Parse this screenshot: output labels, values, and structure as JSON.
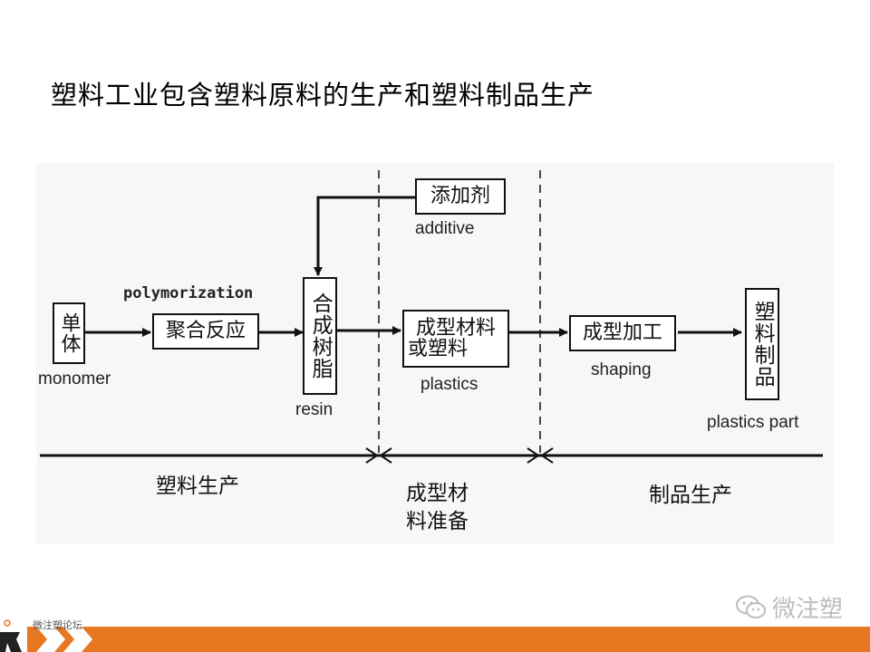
{
  "title": "塑料工业包含塑料原料的生产和塑料制品生产",
  "boxes": {
    "monomer": "单体",
    "polymerization": "聚合反应",
    "resin": "合成树脂",
    "additive": "添加剂",
    "plastics_line1": "成型材料",
    "plastics_line2": "或塑料",
    "shaping": "成型加工",
    "plastics_part": "塑料制品"
  },
  "labels": {
    "polymorization": "polymorization",
    "monomer": "monomer",
    "resin": "resin",
    "additive": "additive",
    "plastics": "plastics",
    "shaping": "shaping",
    "plastics_part": "plastics part"
  },
  "stages": {
    "stage1": "塑料生产",
    "stage2_line1": "成型材",
    "stage2_line2": "料准备",
    "stage3": "制品生产"
  },
  "watermark": "微注塑",
  "footer": {
    "site": "微注塑论坛"
  },
  "colors": {
    "accent": "#e87722",
    "line": "#111111"
  }
}
